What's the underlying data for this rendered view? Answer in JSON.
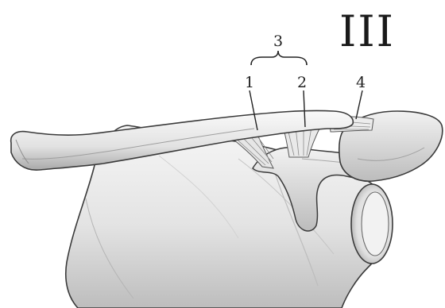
{
  "diagram": {
    "grade": "III",
    "labels": {
      "group": "3",
      "conoid": "1",
      "trapezoid": "2",
      "ac_ligament": "4"
    },
    "colors": {
      "bone_light": "#f4f4f4",
      "bone_mid": "#d9d9d9",
      "bone_dark": "#9a9a9a",
      "outline": "#3a3a3a",
      "ink": "#222222"
    }
  }
}
